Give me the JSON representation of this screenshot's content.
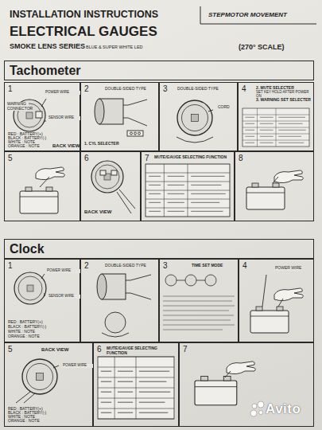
{
  "diagram": {
    "title": "INSTALLATION INSTRUCTIONS",
    "nodes": [
      {
        "text": [
          "Tachometer"
        ]
      },
      {
        "text": [
          "1",
          "POWER WIRE",
          "WARNING CONNECTOR",
          "SENSOR WIRE",
          "RED : BATTERY(+)",
          "BLACK : BATTERY(-)",
          "WHITE : NOTE",
          "ORANGE : NOTE",
          "BACK VIEW"
        ]
      },
      {
        "text": [
          "2",
          "DOUBLE-SIDED TYPE",
          "1. CYL SELECTER"
        ]
      },
      {
        "text": [
          "3",
          "DOUBLE-SIDED TYPE",
          "CORD"
        ]
      },
      {
        "text": [
          "4",
          "2. MUTE SELECTER",
          "SET KEY HOLD AFTER POWER ON",
          "3. WARNING SET SELECTER"
        ]
      },
      {
        "text": [
          "5"
        ]
      },
      {
        "text": [
          "6",
          "BACK VIEW"
        ]
      },
      {
        "text": [
          "7",
          "MUTE/GAUGE SELECTING FUNCTION"
        ]
      },
      {
        "text": [
          "8"
        ]
      },
      {
        "text": [
          "Clock"
        ]
      },
      {
        "text": [
          "1",
          "POWER WIRE",
          "SENSOR WIRE",
          "RED : BATTERY(+)",
          "BLACK : BATTERY(-)",
          "WHITE : NOTE",
          "ORANGE : NOTE"
        ]
      },
      {
        "text": [
          "2",
          "DOUBLE-SIDED TYPE"
        ]
      },
      {
        "text": [
          "3",
          "TIME SET MODE"
        ]
      },
      {
        "text": [
          "4",
          "POWER WIRE"
        ]
      },
      {
        "text": [
          "5",
          "BACK VIEW",
          "POWER WIRE",
          "RED : BATTERY(+)",
          "BLACK : BATTERY(-)",
          "WHITE : NOTE",
          "ORANGE : NOTE"
        ]
      },
      {
        "text": [
          "6",
          "MUTE/GAUGE SELECTING FUNCTION"
        ]
      },
      {
        "text": [
          "7"
        ]
      }
    ],
    "labels": [
      "ELECTRICAL GAUGES",
      "SMOKE LENS SERIES",
      "BLUE & SUPER WHITE LED",
      "STEPMOTOR MOVEMENT",
      "(270° SCALE)",
      "Avito"
    ]
  }
}
